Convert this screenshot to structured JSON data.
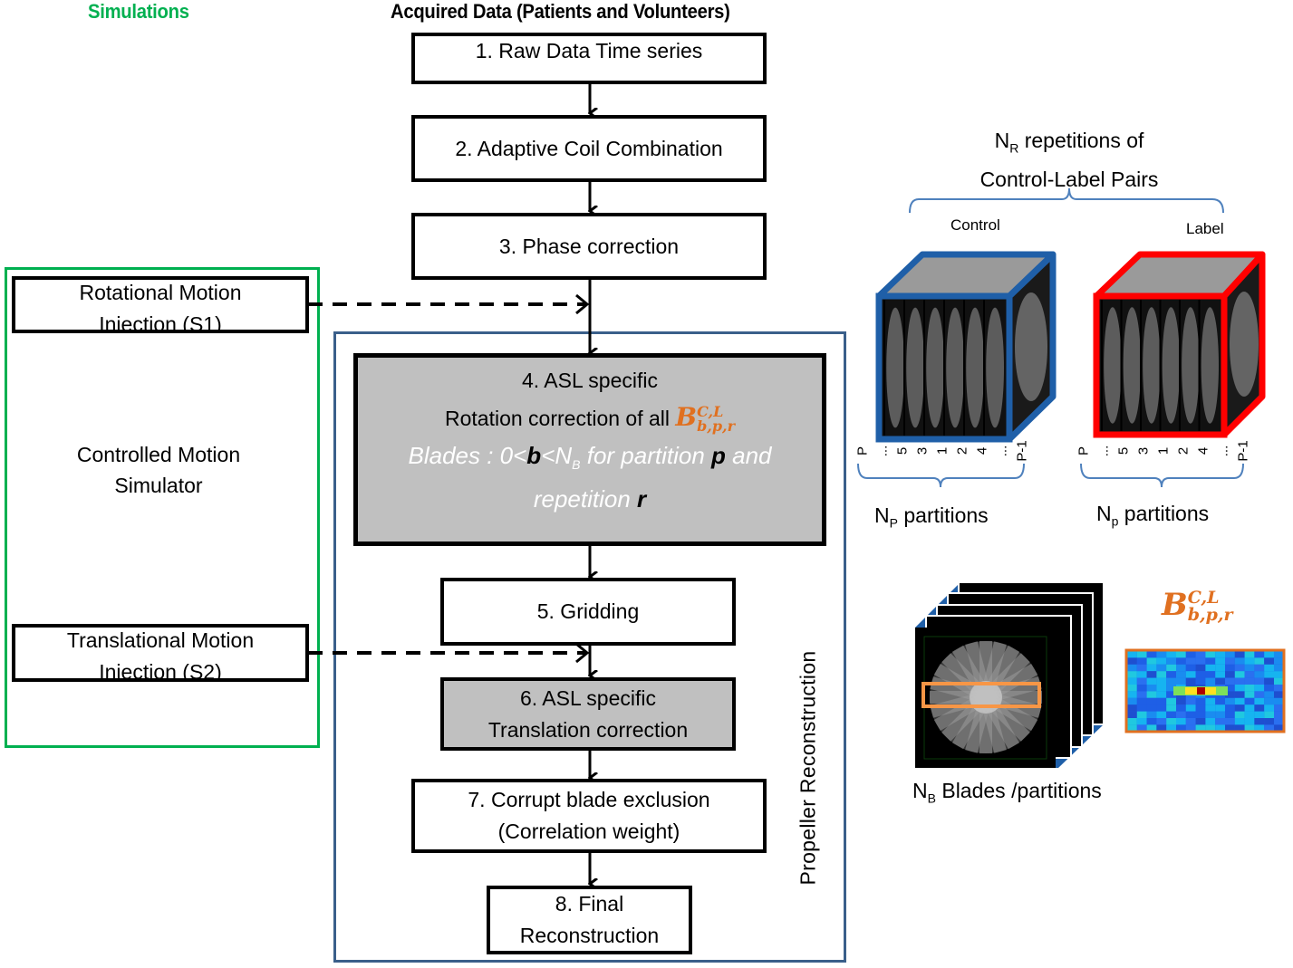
{
  "headers": {
    "simulations": "Simulations",
    "acquired": "Acquired Data (Patients and Volunteers)"
  },
  "colors": {
    "simulations_green": "#00b050",
    "propeller_frame_blue": "#3a5f8a",
    "control_cube_blue": "#1f5fa8",
    "label_cube_red": "#ff0000",
    "math_orange": "#e07020",
    "grey_box": "#c0c0c0"
  },
  "pipeline": {
    "step1": "1. Raw Data Time series",
    "step2": "2. Adaptive Coil Combination",
    "step3": "3. Phase correction",
    "step4": {
      "line1": "4. ASL specific",
      "line2_prefix": "Rotation correction of all",
      "symbol_base": "B",
      "symbol_sup": "C,L",
      "symbol_sub": "b,p,r",
      "line3_a": "Blades : 0<",
      "line3_b": "b",
      "line3_c": "<N",
      "line3_c_sub": "B",
      "line3_d": " for partition ",
      "line3_e": "p",
      "line3_f": " and",
      "line4_a": "repetition ",
      "line4_b": "r"
    },
    "step5": "5. Gridding",
    "step6": {
      "line1": "6. ASL specific",
      "line2": "Translation correction"
    },
    "step7": {
      "line1": "7. Corrupt blade exclusion",
      "line2": "(Correlation weight)"
    },
    "step8": {
      "line1": "8. Final",
      "line2": "Reconstruction"
    },
    "group_label": "Propeller Reconstruction"
  },
  "simulations": {
    "s1": {
      "line1": "Rotational  Motion",
      "line2": "Injection (S1)"
    },
    "s2": {
      "line1": "Translational  Motion",
      "line2": "Injection (S2)"
    },
    "simulator": {
      "line1": "Controlled Motion",
      "line2": "Simulator"
    }
  },
  "right_panel": {
    "repetitions": {
      "prefix": "N",
      "sub": "R",
      "line1_rest": " repetitions of",
      "line2": "Control-Label Pairs"
    },
    "control_label": "Control",
    "label_label": "Label",
    "partition_ticks": [
      "P",
      "...",
      "5",
      "3",
      "1",
      "2",
      "4",
      "...",
      "P-1"
    ],
    "control_partitions": {
      "prefix": "N",
      "sub": "P",
      "rest": " partitions"
    },
    "label_partitions": {
      "prefix": "N",
      "sub": "p",
      "rest": " partitions"
    },
    "blades": {
      "prefix": "N",
      "sub": "B",
      "rest": " Blades /partitions"
    },
    "blade_symbol": {
      "base": "B",
      "sup": "C,L",
      "sub": "b,p,r"
    }
  }
}
